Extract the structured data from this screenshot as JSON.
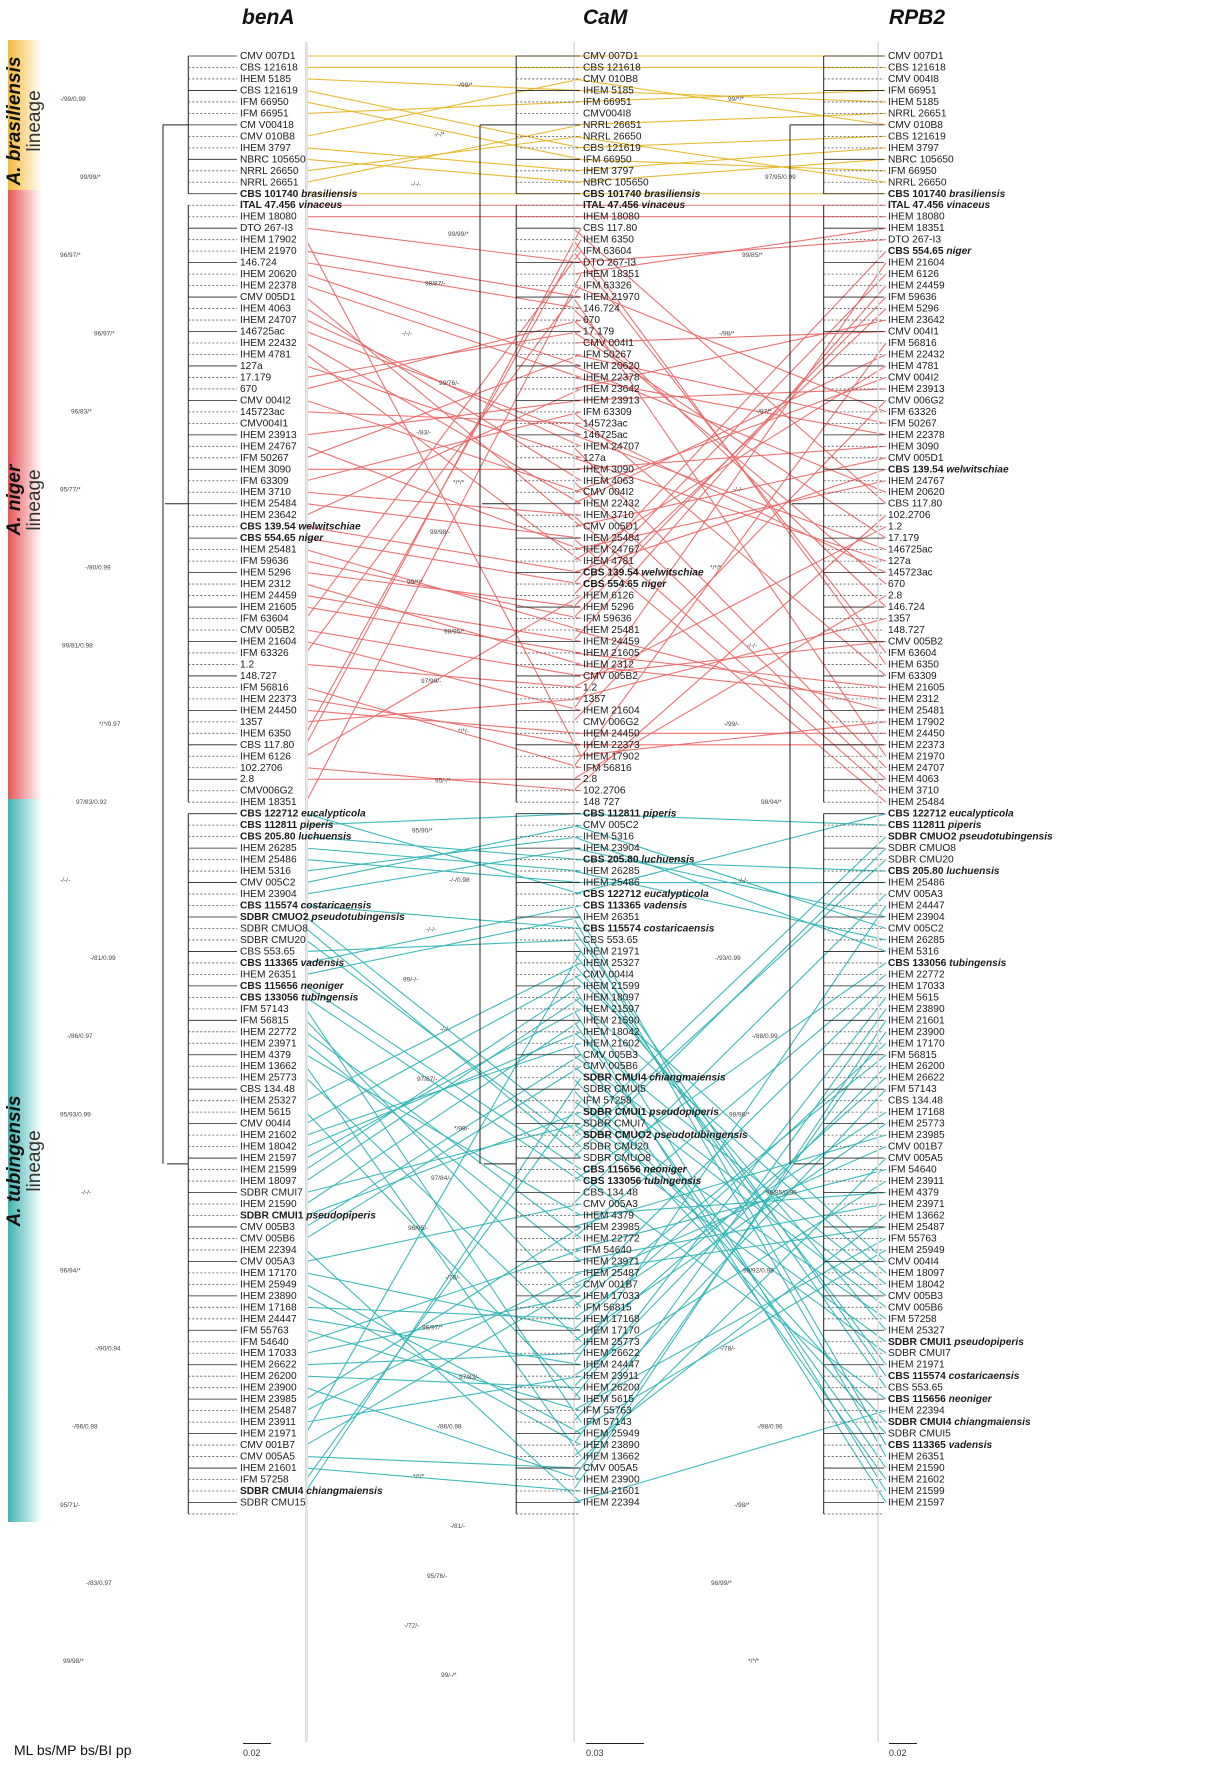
{
  "columns": [
    {
      "id": "benA",
      "title": "benA",
      "scale": "0.02",
      "labels": [
        "CMV 007D1",
        "CBS 121618",
        "IHEM 5185",
        "CBS 121619",
        "IFM 66950",
        "IFM 66951",
        "CM V00418",
        "CMV 010B8",
        "IHEM 3797",
        "NBRC 105650",
        "NRRL 26650",
        "NRRL 26651",
        "CBS 101740 brasiliensis",
        "ITAL 47.456 vinaceus",
        "IHEM 18080",
        "DTO 267-I3",
        "IHEM 17902",
        "IHEM 21970",
        "146.724",
        "IHEM 20620",
        "IHEM 22378",
        "CMV 005D1",
        "IHEM 4063",
        "IHEM 24707",
        "146725ac",
        "IHEM 22432",
        "IHEM 4781",
        "127a",
        "17.179",
        "670",
        "CMV 004I2",
        "145723ac",
        "CMV004I1",
        "IHEM 23913",
        "IHEM 24767",
        "IFM 50267",
        "IHEM 3090",
        "IFM 63309",
        "IHEM 3710",
        "IHEM 25484",
        "IHEM 23642",
        "CBS 139.54 welwitschiae",
        "CBS 554.65 niger",
        "IHEM 25481",
        "IFM 59636",
        "IHEM 5296",
        "IHEM 2312",
        "IHEM 24459",
        "IHEM 21605",
        "IFM 63604",
        "CMV 005B2",
        "IHEM 21604",
        "IFM 63326",
        "1.2",
        "148.727",
        "IFM 56816",
        "IHEM 22373",
        "IHEM 24450",
        "1357",
        "IHEM 6350",
        "CBS 117.80",
        "IHEM 6126",
        "102.2706",
        "2.8",
        "CMV006G2",
        "IHEM 18351",
        "CBS 122712 eucalypticola",
        "CBS 112811 piperis",
        "CBS 205.80 luchuensis",
        "IHEM 26285",
        "IHEM 25486",
        "IHEM 5316",
        "CMV 005C2",
        "IHEM 23904",
        "CBS 115574 costaricaensis",
        "SDBR CMUO2 pseudotubingensis",
        "SDBR CMUO8",
        "SDBR CMU20",
        "CBS 553.65",
        "CBS 113365 vadensis",
        "IHEM 26351",
        "CBS 115656 neoniger",
        "CBS 133056 tubingensis",
        "IFM 57143",
        "IFM 56815",
        "IHEM 22772",
        "IHEM 23971",
        "IHEM 4379",
        "IHEM 13662",
        "IHEM 25773",
        "CBS 134.48",
        "IHEM 25327",
        "IHEM 5615",
        "CMV 004I4",
        "IHEM 21602",
        "IHEM 18042",
        "IHEM 21597",
        "IHEM 21599",
        "IHEM 18097",
        "SDBR CMUI7",
        "IHEM 21590",
        "SDBR CMUI1 pseudopiperis",
        "CMV 005B3",
        "CMV 005B6",
        "IHEM 22394",
        "CMV 005A3",
        "IHEM 17170",
        "IHEM 25949",
        "IHEM 23890",
        "IHEM 17168",
        "IHEM 24447",
        "IFM 55763",
        "IFM 54640",
        "IHEM 17033",
        "IHEM 26622",
        "IHEM 26200",
        "IHEM 23900",
        "IHEM 23985",
        "IHEM 25487",
        "IHEM 23911",
        "IHEM 21971",
        "CMV 001B7",
        "CMV 005A5",
        "IHEM 21601",
        "IFM 57258",
        "SDBR CMUI4 chiangmaiensis",
        "SDBR CMU15"
      ]
    },
    {
      "id": "CaM",
      "title": "CaM",
      "scale": "0.03",
      "labels": [
        "CMV 007D1",
        "CBS 121618",
        "CMV 010B8",
        "IHEM 5185",
        "IFM 66951",
        "CMV004I8",
        "NRRL 26651",
        "NRRL 26650",
        "CBS 121619",
        "IFM 66950",
        "IHEM 3797",
        "NBRC 105650",
        "CBS 101740 brasiliensis",
        "ITAL 47.456 vinaceus",
        "IHEM 18080",
        "CBS 117.80",
        "IHEM 6350",
        "IFM 63604",
        "DTO 267-I3",
        "IHEM 18351",
        "IFM 63326",
        "IHEM 21970",
        "146.724",
        "670",
        "17.179",
        "CMV 004I1",
        "IFM 50267",
        "IHEM 20620",
        "IHEM 22378",
        "IHEM 23642",
        "IHEM 23913",
        "IFM 63309",
        "145723ac",
        "146725ac",
        "IHEM 24707",
        "127a",
        "IHEM 3090",
        "IHEM 4063",
        "CMV 004I2",
        "IHEM 22432",
        "IHEM 3710",
        "CMV 005D1",
        "IHEM 25484",
        "IHEM 24767",
        "IHEM 4781",
        "CBS 139.54 welwitschiae",
        "CBS 554.65 niger",
        "IHEM 6126",
        "IHEM 5296",
        "IFM 59636",
        "IHEM 25481",
        "IHEM 24459",
        "IHEM 21605",
        "IHEM 2312",
        "CMV 005B2",
        "1.2",
        "1357",
        "IHEM 21604",
        "CMV 006G2",
        "IHEM 24450",
        "IHEM 22373",
        "IHEM 17902",
        "IFM 56816",
        "2.8",
        "102.2706",
        "148 727",
        "CBS 112811 piperis",
        "CMV 005C2",
        "IHEM 5316",
        "IHEM 23904",
        "CBS 205.80 luchuensis",
        "IHEM 26285",
        "IHEM 25486",
        "CBS 122712 eucalypticola",
        "CBS 113365 vadensis",
        "IHEM 26351",
        "CBS 115574 costaricaensis",
        "CBS 553.65",
        "IHEM 21971",
        "IHEM 25327",
        "CMV 004I4",
        "IHEM 21599",
        "IHEM 18097",
        "IHEM 21597",
        "IHEM 21590",
        "IHEM 18042",
        "IHEM 21602",
        "CMV 005B3",
        "CMV 005B6",
        "SDBR CMUI4 chiangmaiensis",
        "SDBR CMUI5",
        "IFM 57258",
        "SDBR CMUI1 pseudopiperis",
        "SDBR CMUI7",
        "SDBR CMUO2 pseudotubingensis",
        "SDBR CMU20",
        "SDBR CMUO8",
        "CBS 115656 neoniger",
        "CBS 133056 tubingensis",
        "CBS 134 48",
        "CMV 005A3",
        "IHEM 4379",
        "IHEM 23985",
        "IHEM 22772",
        "IFM 54640",
        "IHEM 23971",
        "IHEM 25487",
        "CMV 001B7",
        "IHEM 17033",
        "IFM 56815",
        "IHEM 17168",
        "IHEM 17170",
        "IHEM 25773",
        "IHEM 26622",
        "IHEM 24447",
        "IHEM 23911",
        "IHEM 26200",
        "IHEM 5615",
        "IFM 55763",
        "IFM 57143",
        "IHEM 25949",
        "IHEM 23890",
        "IHEM 13662",
        "CMV 005A5",
        "IHEM 23900",
        "IHEM 21601",
        "IHEM 22394"
      ]
    },
    {
      "id": "RPB2",
      "title": "RPB2",
      "scale": "0.02",
      "labels": [
        "CMV 007D1",
        "CBS 121618",
        "CMV 004I8",
        "IFM 66951",
        "IHEM 5185",
        "NRRL 26651",
        "CMV 010B8",
        "CBS 121619",
        "IHEM 3797",
        "NBRC 105650",
        "IFM 66950",
        "NRRL 26650",
        "CBS 101740 brasiliensis",
        "ITAL 47.456 vinaceus",
        "IHEM 18080",
        "IHEM 18351",
        "DTO 267-I3",
        "CBS 554.65 niger",
        "IHEM 21604",
        "IHEM 6126",
        "IHEM 24459",
        "IFM 59636",
        "IHEM 5296",
        "IHEM 23642",
        "CMV 004I1",
        "IFM 56816",
        "IHEM 22432",
        "IHEM 4781",
        "CMV 004I2",
        "IHEM 23913",
        "CMV 006G2",
        "IFM 63326",
        "IFM 50267",
        "IHEM 22378",
        "IHEM 3090",
        "CMV 005D1",
        "CBS 139.54 welwitschiae",
        "IHEM 24767",
        "IHEM 20620",
        "CBS 117.80",
        "102.2706",
        "1.2",
        "17.179",
        "146725ac",
        "127a",
        "145723ac",
        "670",
        "2.8",
        "146.724",
        "1357",
        "148.727",
        "CMV 005B2",
        "IFM 63604",
        "IHEM 6350",
        "IFM 63309",
        "IHEM 21605",
        "IHEM 2312",
        "IHEM 25481",
        "IHEM 17902",
        "IHEM 24450",
        "IHEM 22373",
        "IHEM 21970",
        "IHEM 24707",
        "IHEM 4063",
        "IHEM 3710",
        "IHEM 25484",
        "CBS 122712 eucalypticola",
        "CBS 112811 piperis",
        "SDBR CMUO2 pseudotubingensis",
        "SDBR CMUO8",
        "SDBR CMU20",
        "CBS 205.80 luchuensis",
        "IHEM 25486",
        "CMV 005A3",
        "IHEM 24447",
        "IHEM 23904",
        "CMV 005C2",
        "IHEM 26285",
        "IHEM 5316",
        "CBS 133056 tubingensis",
        "IHEM 22772",
        "IHEM 17033",
        "IHEM 5615",
        "IHEM 23890",
        "IHEM 21601",
        "IHEM 23900",
        "IHEM 17170",
        "IFM 56815",
        "IHEM 26200",
        "IHEM 26622",
        "IFM 57143",
        "CBS 134.48",
        "IHEM 17168",
        "IHEM 25773",
        "IHEM 23985",
        "CMV 001B7",
        "CMV 005A5",
        "IFM 54640",
        "IHEM 23911",
        "IHEM 4379",
        "IHEM 23971",
        "IHEM 13662",
        "IHEM 25487",
        "IFM 55763",
        "IHEM 25949",
        "CMV 004I4",
        "IHEM 18097",
        "IHEM 18042",
        "CMV 005B3",
        "CMV 005B6",
        "IFM 57258",
        "IHEM 25327",
        "SDBR CMUI1 pseudopiperis",
        "SDBR CMUI7",
        "IHEM 21971",
        "CBS 115574 costaricaensis",
        "CBS 553.65",
        "CBS 115656 neoniger",
        "IHEM 22394",
        "SDBR CMUI4 chiangmaiensis",
        "SDBR CMUI5",
        "CBS 113365 vadensis",
        "IHEM 26351",
        "IHEM 21590",
        "IHEM 21602",
        "IHEM 21599",
        "IHEM 21597"
      ]
    }
  ],
  "groups": [
    {
      "name": "A. brasiliensis",
      "word": "lineage",
      "color": "#f2b93a",
      "line": "#e6b72a",
      "count": 13
    },
    {
      "name": "A. niger",
      "word": "lineage",
      "color": "#e5565a",
      "line": "#ea6b6b",
      "count": 53
    },
    {
      "name": "A. tubingensis",
      "word": "lineage",
      "color": "#3fb3b0",
      "line": "#35b6b8",
      "count": 62
    }
  ],
  "support_labels": [
    "-/99/0.99",
    "99/99/*",
    "96/97/*",
    "96/97/*",
    "96/83/*",
    "95/77/*",
    "-/80/0.99",
    "99/81/0.98",
    "*/*/0.97",
    "97/83/0.92",
    "-/-/-",
    "-/81/0.99",
    "-/86/0.97",
    "95/93/0.99",
    "-/-/-",
    "96/94/*",
    "-/90/0.94",
    "-/96/0.98",
    "95/71/-",
    "-/83/0.97",
    "99/98/*",
    "-/99/*",
    "-/-/*",
    "-/-/-",
    "99/99/*",
    "98/87/-",
    "-/-/-",
    "99/76/-",
    "-/83/-",
    "*/*/*",
    "99/98/-",
    "99/*/*",
    "98/95/*",
    "97/99/-",
    "*/*/-",
    "95/-/*",
    "95/90/*",
    "-/-/0.98",
    "-/-/-",
    "99/-/-",
    "-/-/-",
    "97/87/-",
    "*/99/-",
    "97/84/-",
    "96/95/-",
    "-/78/-",
    "96/97/*",
    "97/83/-",
    "-/86/0.98",
    "*/*/*",
    "-/81/-",
    "95/76/-",
    "-/72/-",
    "99/-/*",
    "99/*/*",
    "97/95/0.99",
    "99/85/*",
    "-/98/*",
    "-/97/*",
    "-/-/-",
    "*/*/*",
    "-/-/-",
    "-/99/-",
    "98/94/*",
    "-/-/-",
    "-/93/0.99",
    "-/88/0.99",
    "98/98/*",
    "96/85/0.96",
    "98/92/0.98",
    "-/78/-",
    "-/98/0.96",
    "-/98/*",
    "98/99/*",
    "*/*/*"
  ],
  "footer": "ML bs/MP bs/BI pp"
}
